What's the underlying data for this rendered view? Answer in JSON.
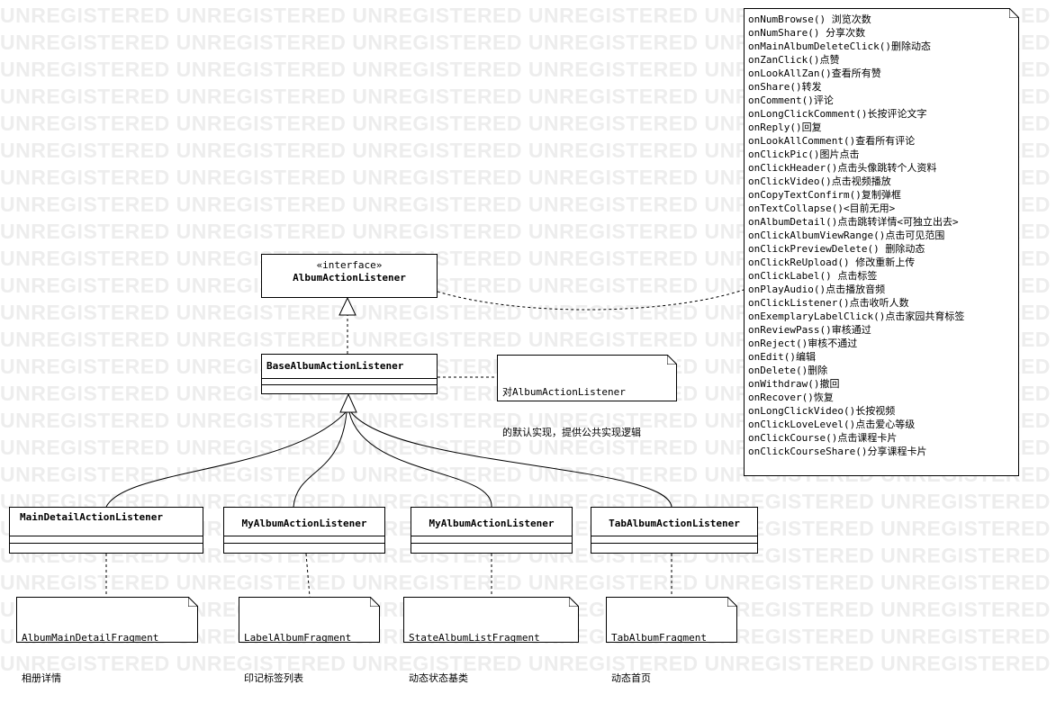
{
  "watermark_text": "UNREGISTERED UNREGISTERED UNREGISTERED UNREGISTERED UNREGISTERED UNREGISTERED UNREGISTERED",
  "interface": {
    "stereotype": "«interface»",
    "name": "AlbumActionListener"
  },
  "base": {
    "name": "BaseAlbumActionListener"
  },
  "base_note": {
    "lines": [
      "对AlbumActionListener",
      "的默认实现，提供公共实现逻辑"
    ]
  },
  "subclasses": [
    {
      "name": "MainDetailActionListener"
    },
    {
      "name": "MyAlbumActionListener"
    },
    {
      "name": "MyAlbumActionListener"
    },
    {
      "name": "TabAlbumActionListener"
    }
  ],
  "fragment_notes": [
    {
      "lines": [
        "AlbumMainDetailFragment",
        "相册详情"
      ]
    },
    {
      "lines": [
        "LabelAlbumFragment",
        "印记标签列表"
      ]
    },
    {
      "lines": [
        "StateAlbumListFragment",
        "动态状态基类"
      ]
    },
    {
      "lines": [
        "TabAlbumFragment",
        "动态首页"
      ]
    }
  ],
  "methods_note": {
    "lines": [
      "onNumBrowse() 浏览次数",
      "onNumShare() 分享次数",
      "onMainAlbumDeleteClick()删除动态",
      "onZanClick()点赞",
      "onLookAllZan()查看所有赞",
      "onShare()转发",
      "onComment()评论",
      "onLongClickComment()长按评论文字",
      "onReply()回复",
      "onLookAllComment()查看所有评论",
      "onClickPic()图片点击",
      "onClickHeader()点击头像跳转个人资料",
      "onClickVideo()点击视频播放",
      "onCopyTextConfirm()复制弹框",
      "onTextCollapse()<目前无用>",
      "onAlbumDetail()点击跳转详情<可独立出去>",
      "onClickAlbumViewRange()点击可见范围",
      "onClickPreviewDelete() 删除动态",
      "onClickReUpload() 修改重新上传",
      "onClickLabel() 点击标签",
      "onPlayAudio()点击播放音频",
      "onClickListener()点击收听人数",
      "onExemplaryLabelClick()点击家园共育标签",
      "onReviewPass()审核通过",
      "onReject()审核不通过",
      "onEdit()编辑",
      "onDelete()删除",
      "onWithdraw()撤回",
      "onRecover()恢复",
      "onLongClickVideo()长按视频",
      "onClickLoveLevel()点击爱心等级",
      "onClickCourse()点击课程卡片",
      "onClickCourseShare()分享课程卡片"
    ]
  }
}
